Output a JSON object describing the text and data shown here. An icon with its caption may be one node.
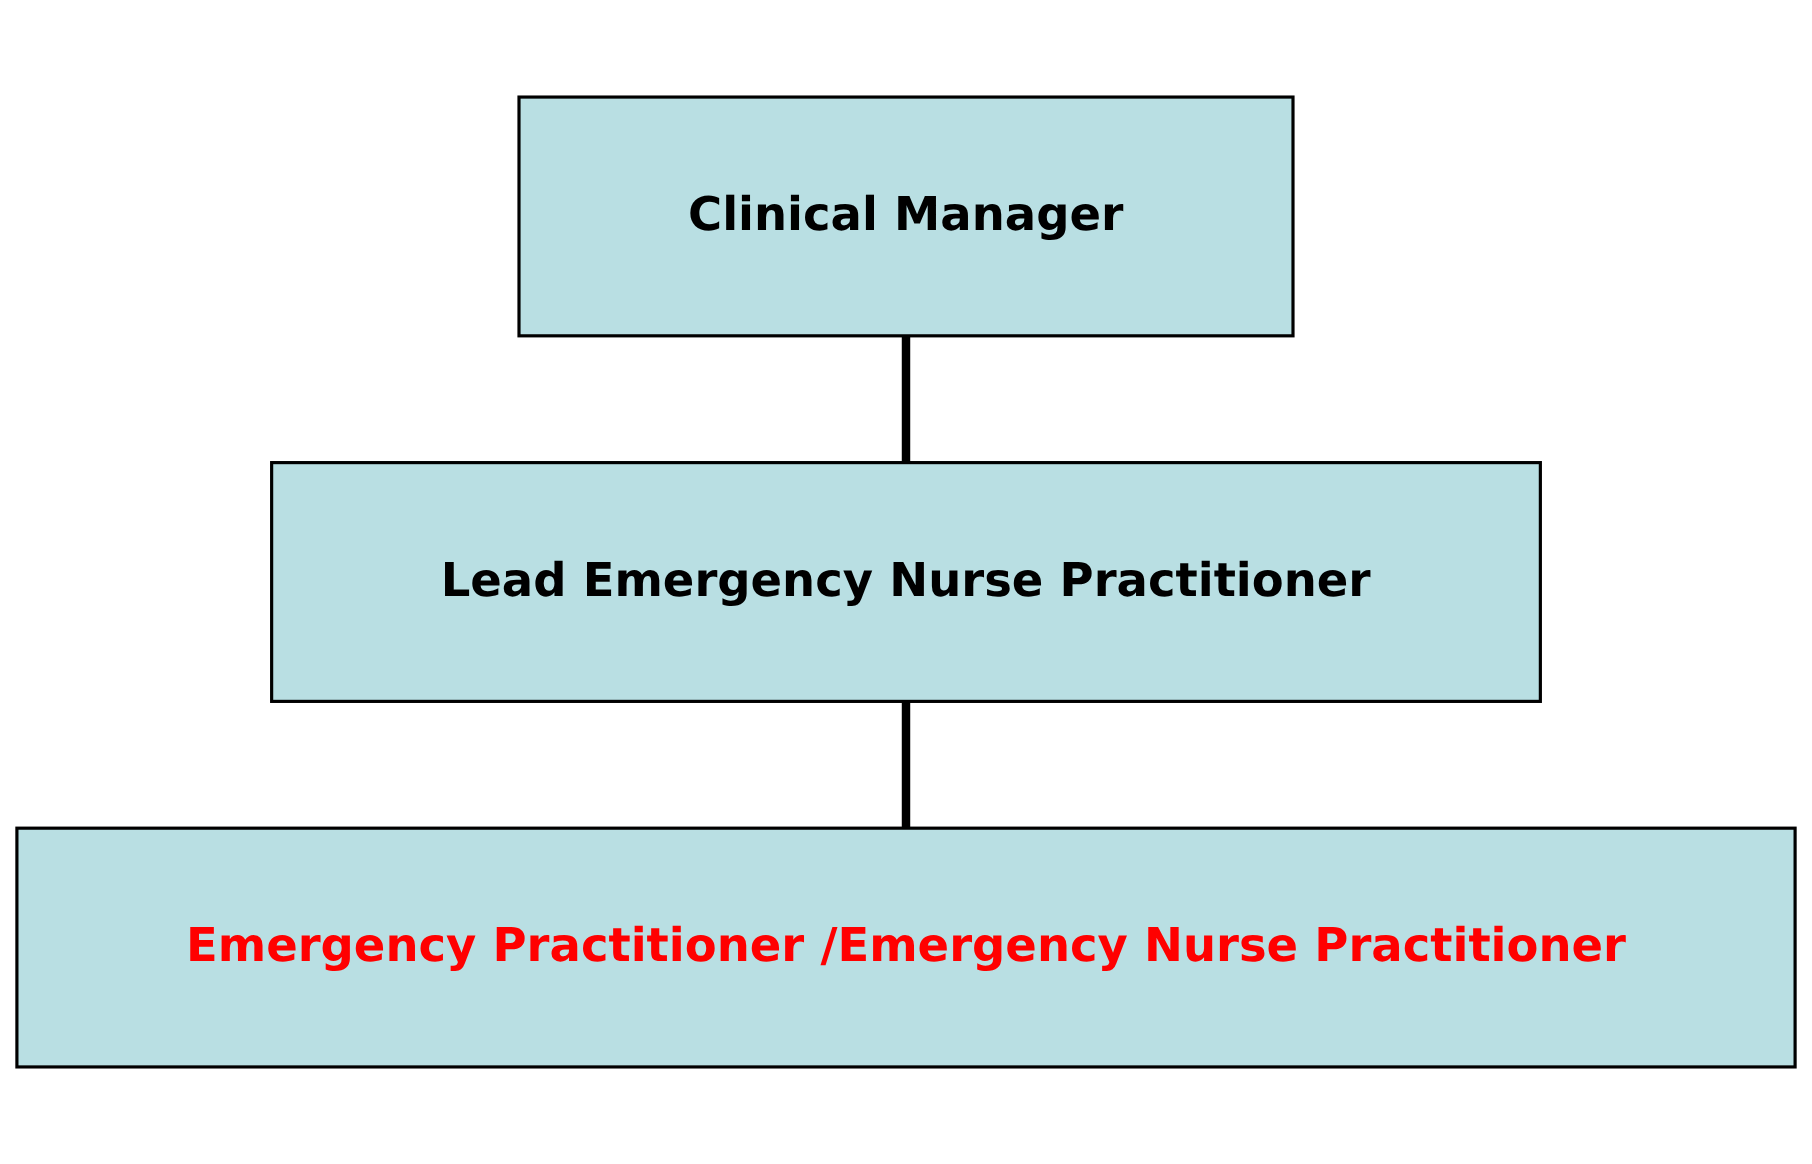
{
  "diagram": {
    "nodes": [
      {
        "text": [
          "Clinical Manager"
        ]
      },
      {
        "text": [
          "Lead Emergency Nurse Practitioner"
        ]
      },
      {
        "text": [
          "Emergency Practitioner /Emergency Nurse Practitioner"
        ]
      }
    ],
    "edges": [
      {
        "from": 0,
        "to": 1,
        "arrow": "none"
      },
      {
        "from": 1,
        "to": 2,
        "arrow": "none"
      }
    ]
  }
}
